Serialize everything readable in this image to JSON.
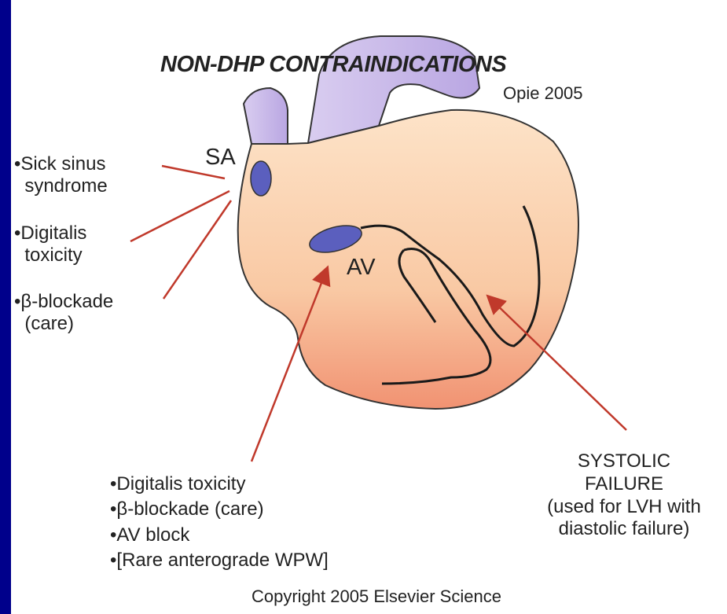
{
  "title": "NON-DHP CONTRAINDICATIONS",
  "source": "Opie 2005",
  "labels": {
    "sa": "SA",
    "av": "AV"
  },
  "left_notes": [
    [
      "•Sick sinus",
      "  syndrome"
    ],
    [
      "•Digitalis",
      "  toxicity"
    ],
    [
      "•β-blockade",
      "  (care)"
    ]
  ],
  "bottom_notes": [
    "•Digitalis toxicity",
    "•β-blockade (care)",
    "•AV block",
    "•[Rare anterograde WPW]"
  ],
  "right_notes": [
    "SYSTOLIC",
    "FAILURE",
    "(used for LVH with",
    "diastolic failure)"
  ],
  "copyright": "Copyright 2005 Elsevier Science",
  "colors": {
    "background": "#00008b",
    "heart_fill_top": "#fcd9b9",
    "heart_fill_bottom": "#f2a07a",
    "vessel_fill": "#c9b8e8",
    "node_fill": "#5b5fbe",
    "arrow": "#c0392b",
    "outline": "#333333"
  }
}
